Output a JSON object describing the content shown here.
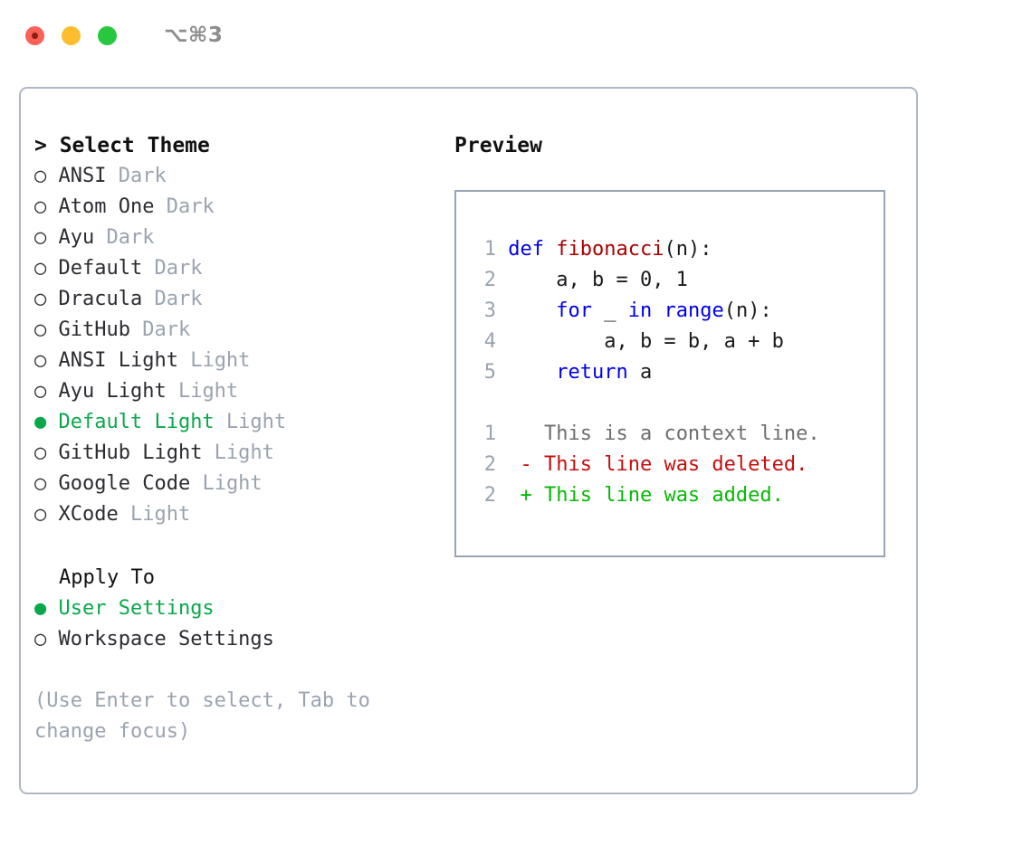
{
  "titlebar": {
    "traffic_lights": [
      {
        "name": "close-button",
        "color": "#fb6158"
      },
      {
        "name": "minimize-button",
        "color": "#fcbd2e"
      },
      {
        "name": "maximize-button",
        "color": "#29c63f"
      }
    ],
    "shortcut": "⌥⌘3"
  },
  "theme_picker": {
    "title": "> Select Theme",
    "selected_theme": "Default Light",
    "selected_color": "#0aa84a",
    "tag_color": "#9aa3b0",
    "items": [
      {
        "marker": "○",
        "name": "ANSI",
        "tag": "Dark",
        "selected": false
      },
      {
        "marker": "○",
        "name": "Atom One",
        "tag": "Dark",
        "selected": false
      },
      {
        "marker": "○",
        "name": "Ayu",
        "tag": "Dark",
        "selected": false
      },
      {
        "marker": "○",
        "name": "Default",
        "tag": "Dark",
        "selected": false
      },
      {
        "marker": "○",
        "name": "Dracula",
        "tag": "Dark",
        "selected": false
      },
      {
        "marker": "○",
        "name": "GitHub",
        "tag": "Dark",
        "selected": false
      },
      {
        "marker": "○",
        "name": "ANSI Light",
        "tag": "Light",
        "selected": false
      },
      {
        "marker": "○",
        "name": "Ayu Light",
        "tag": "Light",
        "selected": false
      },
      {
        "marker": "●",
        "name": "Default Light",
        "tag": "Light",
        "selected": true
      },
      {
        "marker": "○",
        "name": "GitHub Light",
        "tag": "Light",
        "selected": false
      },
      {
        "marker": "○",
        "name": "Google Code",
        "tag": "Light",
        "selected": false
      },
      {
        "marker": "○",
        "name": "XCode",
        "tag": "Light",
        "selected": false
      }
    ]
  },
  "apply_to": {
    "title": "Apply To",
    "selected_option": "User Settings",
    "options": [
      {
        "marker": "●",
        "name": "User Settings",
        "selected": true
      },
      {
        "marker": "○",
        "name": "Workspace Settings",
        "selected": false
      }
    ]
  },
  "hint": "(Use Enter to select, Tab to change focus)",
  "preview": {
    "title": "Preview",
    "code_lines": [
      {
        "no": "1",
        "tokens": [
          {
            "t": "def ",
            "c": "kw"
          },
          {
            "t": "fibonacci",
            "c": "fn"
          },
          {
            "t": "(n):",
            "c": "plain"
          }
        ]
      },
      {
        "no": "2",
        "tokens": [
          {
            "t": "    a, b = 0, 1",
            "c": "plain"
          }
        ]
      },
      {
        "no": "3",
        "tokens": [
          {
            "t": "    ",
            "c": "plain"
          },
          {
            "t": "for",
            "c": "kw"
          },
          {
            "t": " _ ",
            "c": "plain"
          },
          {
            "t": "in",
            "c": "kw"
          },
          {
            "t": " ",
            "c": "plain"
          },
          {
            "t": "range",
            "c": "kw"
          },
          {
            "t": "(n):",
            "c": "plain"
          }
        ]
      },
      {
        "no": "4",
        "tokens": [
          {
            "t": "        a, b = b, a + b",
            "c": "plain"
          }
        ]
      },
      {
        "no": "5",
        "tokens": [
          {
            "t": "    ",
            "c": "plain"
          },
          {
            "t": "return",
            "c": "kw"
          },
          {
            "t": " a",
            "c": "plain"
          }
        ]
      }
    ],
    "diff_lines": [
      {
        "no": "1",
        "sign": " ",
        "text": " This is a context line.",
        "kind": "ctx"
      },
      {
        "no": "2",
        "sign": "-",
        "text": " This line was deleted.",
        "kind": "del"
      },
      {
        "no": "2",
        "sign": "+",
        "text": " This line was added.",
        "kind": "add"
      }
    ]
  }
}
